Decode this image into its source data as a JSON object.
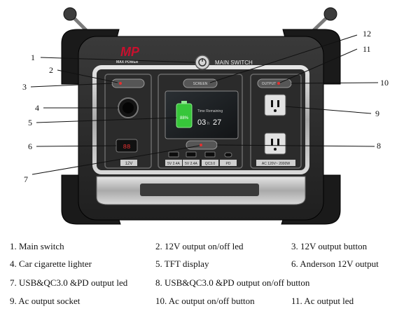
{
  "device": {
    "brand": "MAX POWER",
    "main_switch_label": "MAIN SWITCH",
    "screen_button_label": "SCREEN",
    "output_button_label": "OUTPUT",
    "port_12v_label": "12V",
    "usb_labels": [
      "5V 2.4A",
      "5V 2.4A",
      "QC3.0",
      "PD"
    ],
    "ac_label": "AC 120V~ 2000W",
    "anderson_display": "88",
    "screen": {
      "battery_percent_text": "88%",
      "title": "Time Remaining",
      "hours": "03",
      "hours_unit": "h",
      "minutes": "27"
    },
    "colors": {
      "body_dark": "#2a2a2a",
      "frame_silver": "#b8b8b8",
      "screen_bg": "#1c1c1c",
      "battery_green": "#37c63a",
      "brand_red": "#c8102e"
    }
  },
  "callouts": [
    "1",
    "2",
    "3",
    "4",
    "5",
    "6",
    "7",
    "8",
    "9",
    "10",
    "11",
    "12"
  ],
  "legend": [
    "1. Main switch",
    "2. 12V output on/off   led",
    "3. 12V output button",
    "4. Car cigarette lighter",
    "5. TFT display",
    "6. Anderson 12V output",
    "7. USB&QC3.0 &PD output led",
    "8. USB&QC3.0 &PD output  on/off  button",
    "9.   Ac output socket",
    "10.   Ac output on/off button",
    "11.   Ac output led"
  ]
}
